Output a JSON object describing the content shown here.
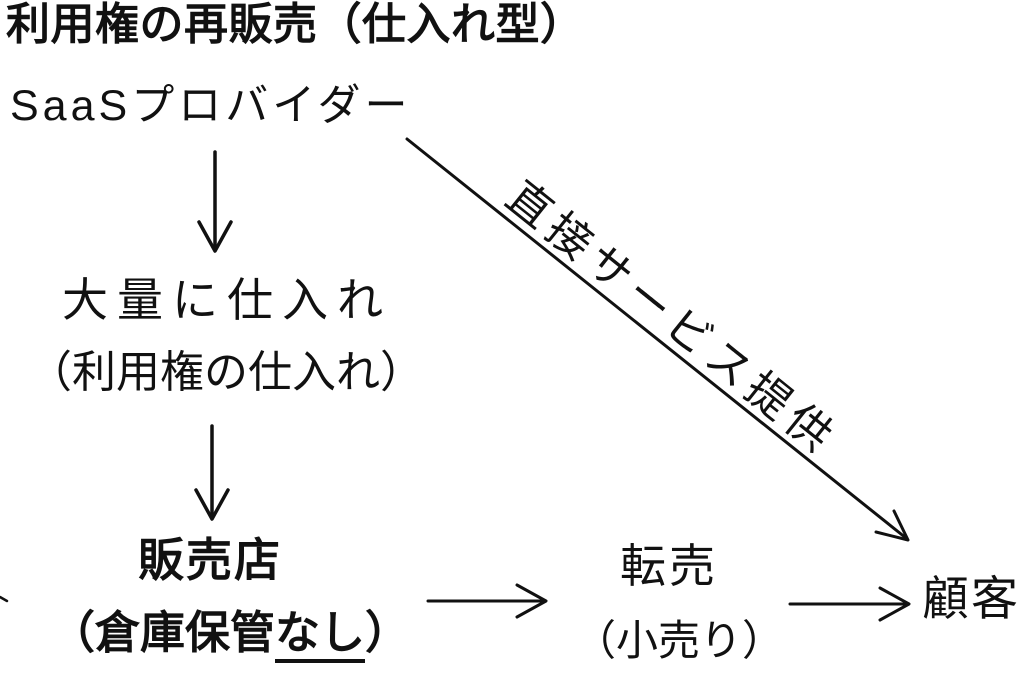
{
  "diagram": {
    "title": "利用権の再販売（仕入れ型）",
    "nodes": {
      "provider": {
        "label": "SaaSプロバイダー"
      },
      "bulk_purchase": {
        "label": "大量に仕入れ",
        "note": "（利用権の仕入れ）"
      },
      "reseller": {
        "label": "販売店",
        "note_prefix": "（倉庫保管",
        "note_underlined": "なし",
        "note_suffix": "）"
      },
      "resale": {
        "label": "転売",
        "note": "（小売り）"
      },
      "customer": {
        "label": "顧客"
      }
    },
    "edges": {
      "direct_service_label": "直接サービス提供"
    },
    "colors": {
      "ink": "#111111",
      "background": "#ffffff"
    }
  }
}
